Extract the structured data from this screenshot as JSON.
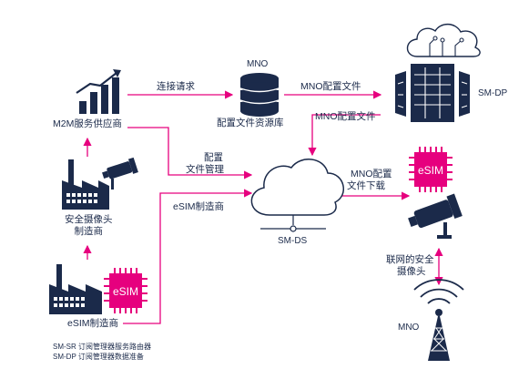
{
  "colors": {
    "navy": "#1b2a4a",
    "accent": "#e6007e"
  },
  "nodes": {
    "m2m": "M2M服务供应商",
    "mno_top": "MNO",
    "repo": "配置文件资源库",
    "smdp": "SM-DP",
    "camera_maker": [
      "安全摄像头",
      "制造商"
    ],
    "esim_maker": "eSIM制造商",
    "smds": "SM-DS",
    "esim_chip": "eSIM",
    "esim_chip_right": "eSIM",
    "mno_bottom": "MNO",
    "camera_label": [
      "联网的安全",
      "摄像头"
    ]
  },
  "edges": {
    "connect_request": "连接请求",
    "mno_profile_top": "MNO配置文件",
    "mno_profile_down": "MNO配置文件",
    "profile_manage": [
      "配置",
      "文件管理"
    ],
    "esim_maker_edge": "eSIM制造商",
    "mno_download": [
      "MNO配置",
      "文件下载"
    ]
  },
  "legend": [
    "SM-SR 订阅管理器服务路由器",
    "SM-DP 订阅管理器数据准备"
  ]
}
